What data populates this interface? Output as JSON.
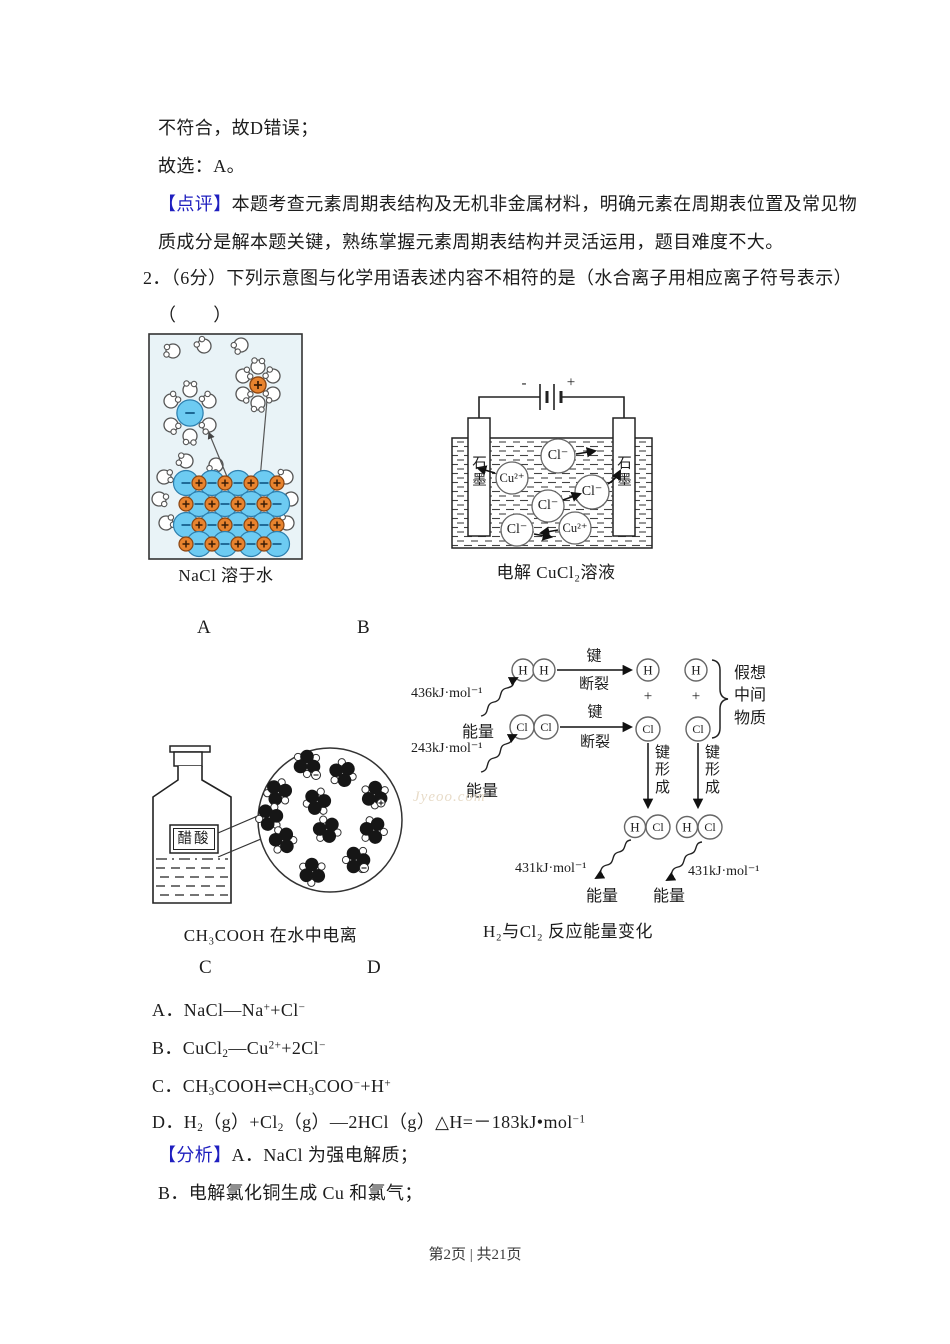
{
  "colors": {
    "tag_blue": "#1f1fbf",
    "ion_blue": "#6dcbf2",
    "ion_orange": "#e8832e",
    "fig_a_bg": "#e9f3f7",
    "body_text": "#1c1c1c",
    "footer_gray": "#3a3a3a"
  },
  "solution1": {
    "line1": "不符合，故D错误；",
    "line2": "故选：A。",
    "comment_tag": "【点评】",
    "comment_line1": "本题考查元素周期表结构及无机非金属材料，明确元素在周期表位置及常见物",
    "comment_line2": "质成分是解本题关键，熟练掌握元素周期表结构并灵活运用，题目难度不大。"
  },
  "question2": {
    "stem_line1": "2．（6分）下列示意图与化学用语表述内容不相符的是（水合离子用相应离子符号表示）",
    "stem_line2": "（　　）",
    "label_a": "A",
    "label_b": "B",
    "label_c": "C",
    "label_d": "D"
  },
  "fig_a": {
    "caption": "NaCl 溶于水"
  },
  "fig_b": {
    "caption": "电解 CuCl₂溶液",
    "battery_minus": "-",
    "battery_plus": "+",
    "electrode": "石墨",
    "ion1": "Cl⁻",
    "ion2": "Cu²⁺",
    "ion3": "Cl⁻",
    "ion4": "Cl⁻",
    "ion5": "Cl⁻",
    "ion6": "Cu²⁺"
  },
  "fig_c": {
    "bottle_label": "醋酸",
    "caption": "CH₃COOH 在水中电离"
  },
  "fig_d": {
    "caption": "H₂与Cl₂ 反应能量变化",
    "atom_h": "H",
    "atom_cl": "Cl",
    "plus": "+",
    "bond_break_top": "键",
    "bond_break_bottom": "断裂",
    "bond_form": "键形成",
    "energy": "能量",
    "e_hh": "436kJ·mol⁻¹",
    "e_clcl": "243kJ·mol⁻¹",
    "e_hcl": "431kJ·mol⁻¹",
    "intermediate": "假想中间物质",
    "watermark": "Jyeoo.com"
  },
  "options": {
    "a": {
      "t1": "A．NaCl—Na",
      "p1": "+",
      "t2": "+Cl",
      "p2": "−"
    },
    "b": {
      "t1": "B．CuCl",
      "b1": "2",
      "t2": "—Cu",
      "p1": "2+",
      "t3": "+2Cl",
      "p2": "−"
    },
    "c": {
      "t1": "C．CH",
      "b1": "3",
      "t2": "COOH⇌CH",
      "b2": "3",
      "t3": "COO",
      "p1": "−",
      "t4": "+H",
      "p2": "+"
    },
    "d": {
      "t1": "D．H",
      "b1": "2",
      "t2": "（g）+Cl",
      "b2": "2",
      "t3": "（g）—2HCl（g）△H=－183kJ•mol",
      "p1": "−1"
    }
  },
  "analysis": {
    "tag": "【分析】",
    "line_a": "A．NaCl 为强电解质；",
    "line_b": "B．电解氯化铜生成 Cu 和氯气；"
  },
  "footer": "第2页 | 共21页"
}
